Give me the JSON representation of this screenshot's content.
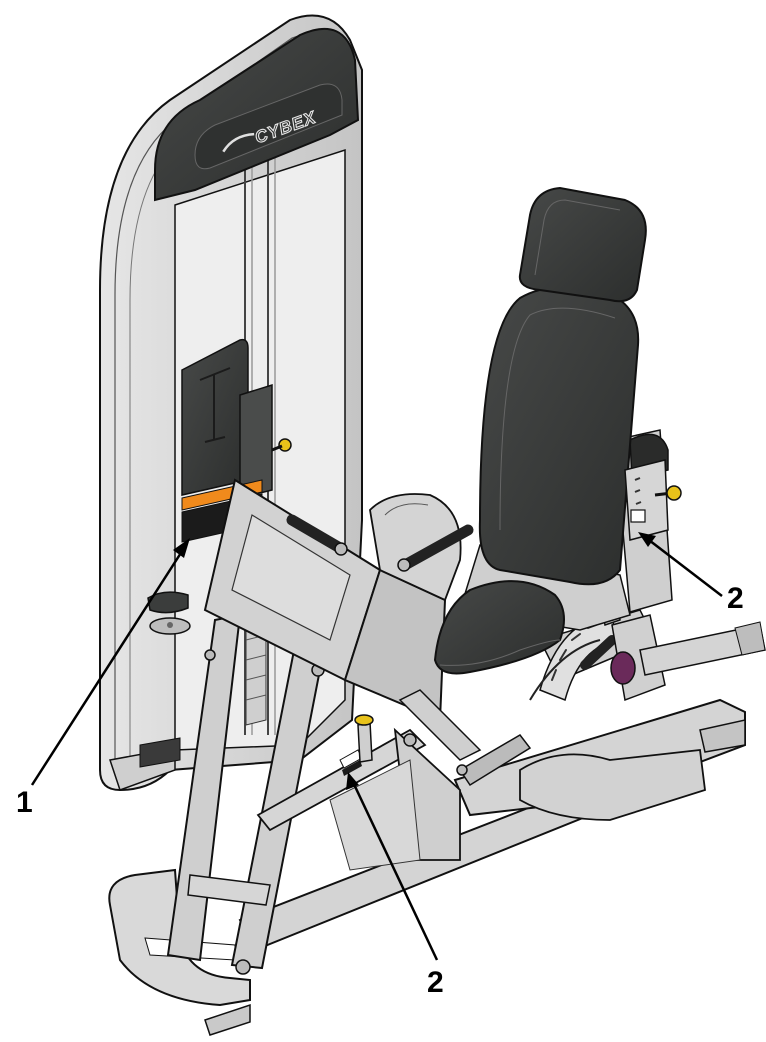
{
  "brand": {
    "logo_text": "CYBEX"
  },
  "callouts": [
    {
      "id": "callout-1",
      "label": "1"
    },
    {
      "id": "callout-2-upper",
      "label": "2"
    },
    {
      "id": "callout-2-lower",
      "label": "2"
    }
  ],
  "colors": {
    "frame": "#d6d6d6",
    "frame_dark": "#bdbdbd",
    "pad": "#3b3d3c",
    "pad_edge": "#2a2b2a",
    "stripe_orange": "#f08a1c",
    "accent_yellow": "#e8c21a",
    "accent_purple": "#6a2a5a",
    "outline": "#111111"
  }
}
